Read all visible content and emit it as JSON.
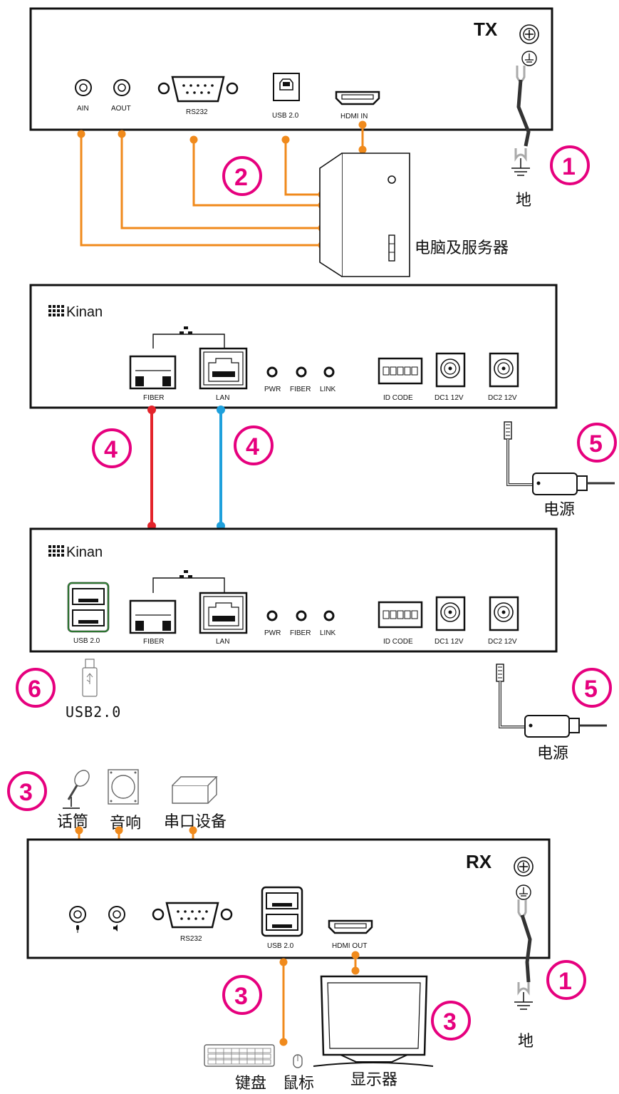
{
  "tx": {
    "title": "TX",
    "ports": {
      "ain": "AIN",
      "aout": "AOUT",
      "rs232": "RS232",
      "usb": "USB 2.0",
      "hdmi_in": "HDMI IN"
    }
  },
  "rx": {
    "title": "RX",
    "ports": {
      "rs232": "RS232",
      "usb": "USB 2.0",
      "hdmi_out": "HDMI OUT"
    }
  },
  "fiber_unit": {
    "logo": "Kinan",
    "ports": {
      "usb": "USB 2.0",
      "fiber": "FIBER",
      "lan": "LAN",
      "pwr": "PWR",
      "fiber_led": "FIBER",
      "link": "LINK",
      "id_code": "ID CODE",
      "dc1": "DC1 12V",
      "dc2": "DC2 12V"
    }
  },
  "labels": {
    "ground": "地",
    "computer": "电脑及服务器",
    "power": "电源",
    "usb_drive": "USB2.0",
    "microphone": "话筒",
    "speaker": "音响",
    "serial_device": "串口设备",
    "keyboard": "键盘",
    "mouse": "鼠标",
    "monitor": "显示器"
  },
  "steps": {
    "s1": "1",
    "s2": "2",
    "s3": "3",
    "s4": "4",
    "s5": "5",
    "s6": "6"
  },
  "colors": {
    "orange": "#f08a1c",
    "magenta": "#e6007e",
    "fiber_red": "#e3242b",
    "lan_blue": "#1ea0dc"
  }
}
